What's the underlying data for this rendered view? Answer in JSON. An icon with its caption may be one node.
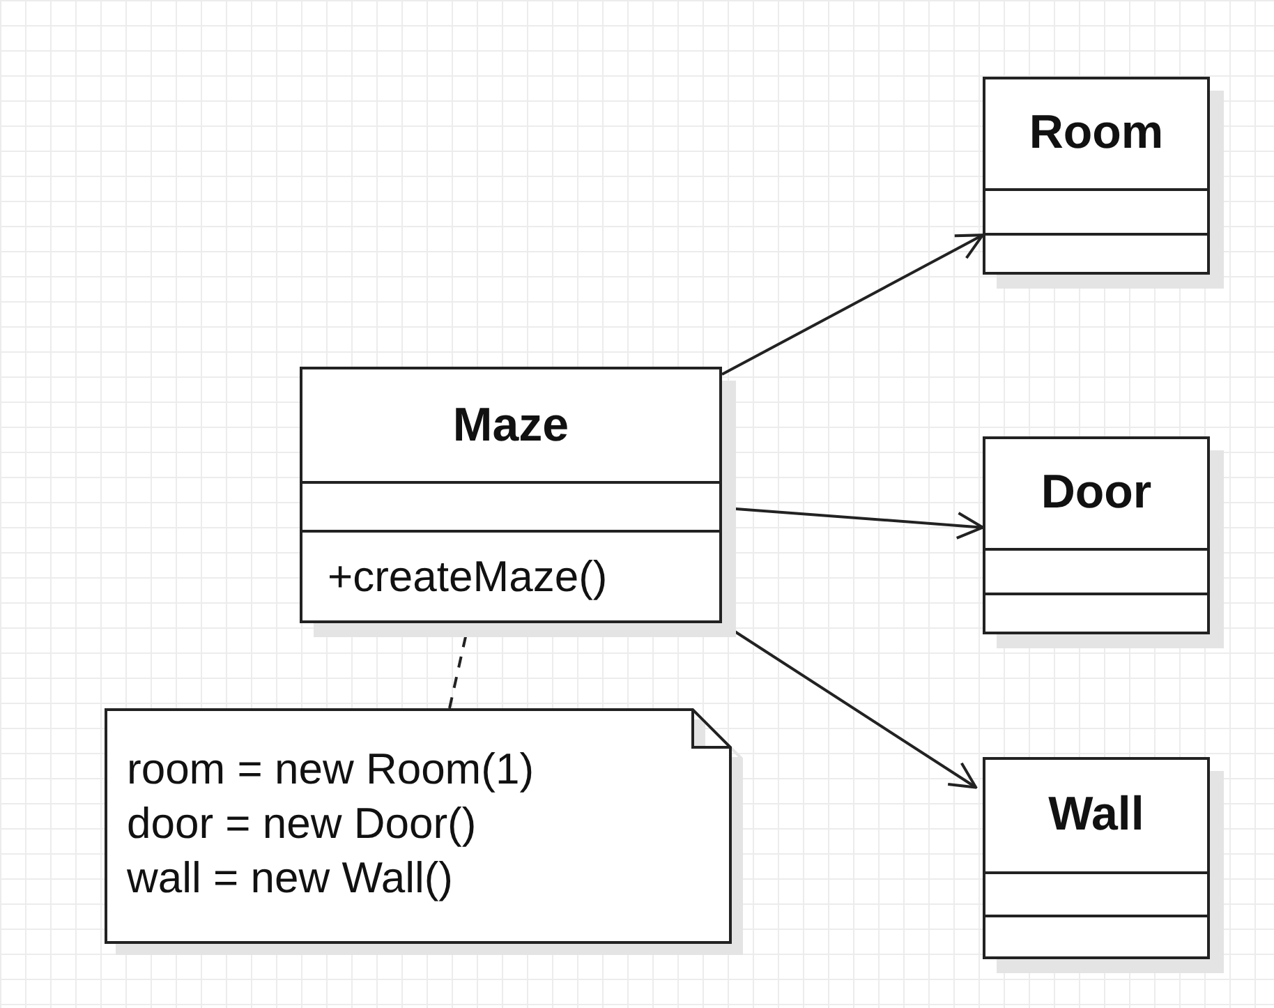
{
  "diagram": {
    "nodes": [
      {
        "text": [
          "Maze",
          "+createMaze()"
        ]
      },
      {
        "text": [
          "Room"
        ]
      },
      {
        "text": [
          "Door"
        ]
      },
      {
        "text": [
          "Wall"
        ]
      },
      {
        "text": [
          "room = new Room(1)",
          "door = new Door()",
          "wall = new Wall()"
        ]
      }
    ],
    "edges": [
      {
        "from": 0,
        "to": 1,
        "arrow": "to"
      },
      {
        "from": 0,
        "to": 2,
        "arrow": "to"
      },
      {
        "from": 0,
        "to": 3,
        "arrow": "to"
      },
      {
        "from": 4,
        "to": 0,
        "arrow": "none",
        "style": "dashed"
      }
    ]
  }
}
